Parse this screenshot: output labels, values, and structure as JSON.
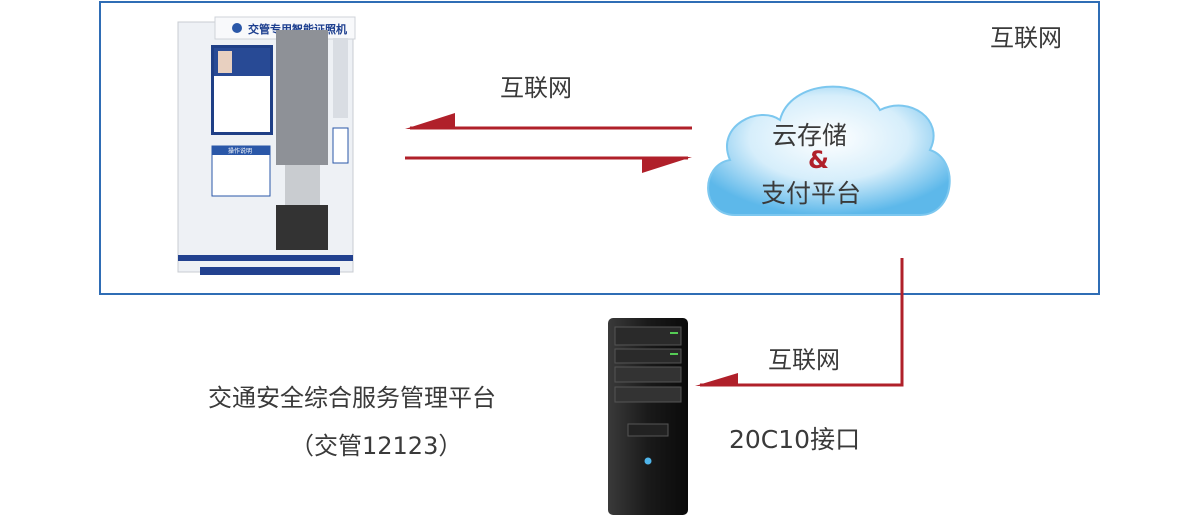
{
  "region_label": "互联网",
  "arrow_top_label": "互联网",
  "cloud": {
    "line1": "云存储",
    "line2": "&",
    "line3": "支付平台"
  },
  "server_arrow_label": "互联网",
  "interface_label": "20C10接口",
  "platform": {
    "name": "交通安全综合服务管理平台",
    "short": "（交管12123）"
  },
  "kiosk": {
    "header": "交管专用智能证照机",
    "steps_title": "操作说明"
  },
  "colors": {
    "frame": "#2f6db5",
    "arrow": "#b0202a",
    "cloud": "#6fc3ee",
    "text": "#3a3a3a"
  }
}
